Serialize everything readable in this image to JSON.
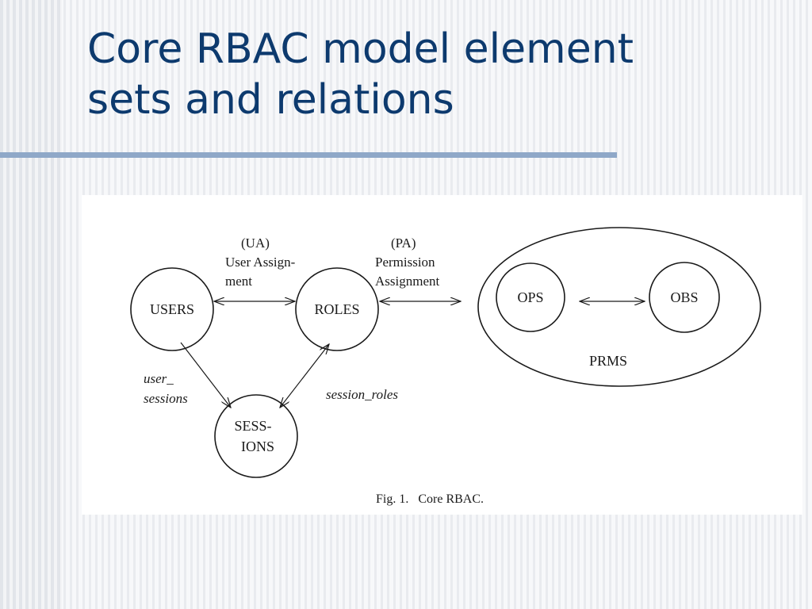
{
  "slide": {
    "title_line1": "Core RBAC model element",
    "title_line2": "sets and relations"
  },
  "diagram": {
    "nodes": {
      "users": "USERS",
      "roles": "ROLES",
      "sessions_line1": "SESS-",
      "sessions_line2": "IONS",
      "ops": "OPS",
      "obs": "OBS",
      "prms": "PRMS"
    },
    "relations": {
      "ua_abbr": "(UA)",
      "ua_line1": "User Assign-",
      "ua_line2": "ment",
      "pa_abbr": "(PA)",
      "pa_line1": "Permission",
      "pa_line2": "Assignment",
      "user_sessions_line1": "user_",
      "user_sessions_line2": "sessions",
      "session_roles": "session_roles"
    },
    "caption": "Fig. 1.   Core RBAC."
  }
}
